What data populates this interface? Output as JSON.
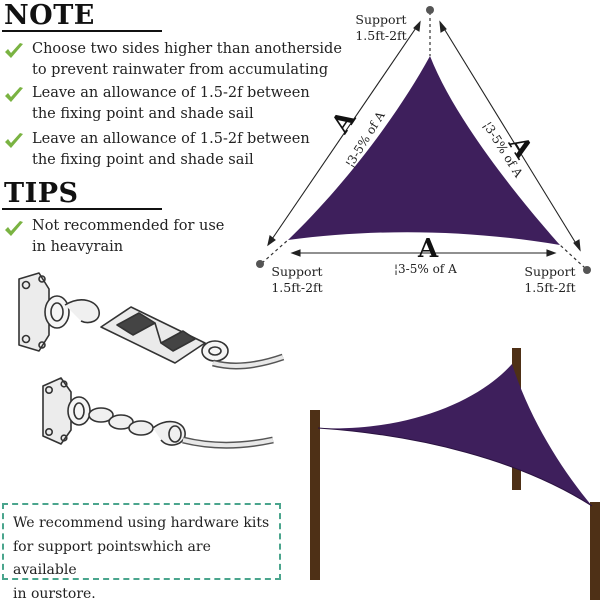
{
  "note": {
    "heading": "NOTE",
    "items": [
      {
        "line1": "Choose two sides higher than anotherside",
        "line2": "to prevent rainwater from accumulating"
      },
      {
        "line1": "Leave an allowance of 1.5-2f between",
        "line2": "the fixing point and shade sail"
      },
      {
        "line1": "Leave an allowance of 1.5-2f between",
        "line2": "the fixing point and shade sail"
      }
    ]
  },
  "tips": {
    "heading": "TIPS",
    "items": [
      {
        "line1": "Not recommended for use",
        "line2": "in heavyrain"
      }
    ]
  },
  "diagram": {
    "side_letter": "A",
    "allowance_label": "3-5% of A",
    "supports": [
      {
        "line1": "Support",
        "line2": "1.5ft-2ft"
      },
      {
        "line1": "Support",
        "line2": "1.5ft-2ft"
      },
      {
        "line1": "Support",
        "line2": "1.5ft-2ft"
      }
    ]
  },
  "kit_box": {
    "line1": "We recommend using hardware kits",
    "line2": "for support pointswhich are available",
    "line3": "in ourstore."
  },
  "colors": {
    "sail": "#3e1f5c",
    "check": "#7ab342",
    "post": "#4e3016",
    "dashed_border": "#4aa58d"
  },
  "icons": [
    "check-icon",
    "turnbuckle-hardware-illustration",
    "hook-hardware-illustration"
  ]
}
